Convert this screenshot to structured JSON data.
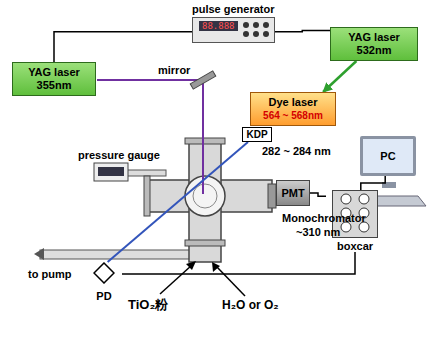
{
  "diagram": {
    "nodes": [
      {
        "text": [
          "pulse generator",
          "88.888"
        ]
      },
      {
        "text": [
          "YAG laser",
          "532nm"
        ]
      },
      {
        "text": [
          "YAG laser",
          "355nm"
        ]
      },
      {
        "text": [
          "Dye laser",
          "564 ~ 568nm"
        ]
      },
      {
        "text": [
          "KDP"
        ]
      },
      {
        "text": [
          "PC"
        ]
      },
      {
        "text": [
          "PMT"
        ]
      },
      {
        "text": [
          "boxcar"
        ]
      },
      {
        "text": [
          "PD"
        ]
      }
    ],
    "edges": [
      {
        "from": 0,
        "to": 2,
        "arrow": "none"
      },
      {
        "from": 0,
        "to": 1,
        "arrow": "none"
      },
      {
        "from": 1,
        "to": 3,
        "arrow": "to"
      },
      {
        "from": 4,
        "to": 8,
        "arrow": "none"
      },
      {
        "from": 6,
        "to": 7,
        "arrow": "none"
      },
      {
        "from": 7,
        "to": 5,
        "arrow": "none"
      },
      {
        "from": 8,
        "to": 7,
        "arrow": "none"
      }
    ],
    "labels": [
      "mirror",
      "pressure gauge",
      "282 ~ 284 nm",
      "Monochromator",
      "~310 nm",
      "TiO₂粉",
      "H₂O or O₂",
      "to pump"
    ]
  }
}
